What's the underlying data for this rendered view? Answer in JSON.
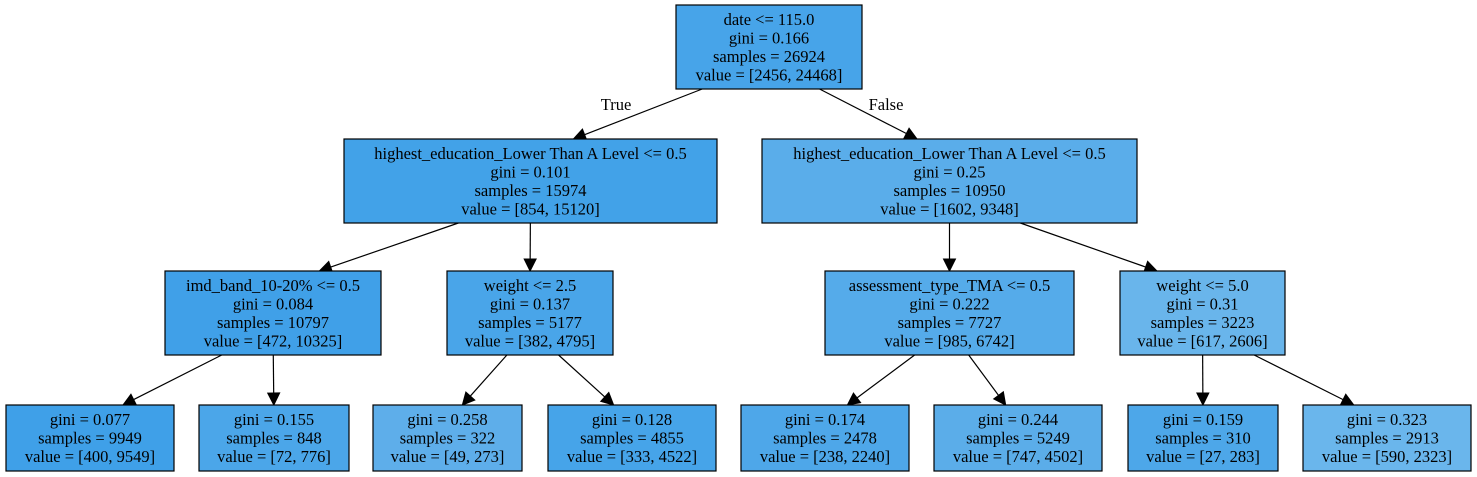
{
  "tree": {
    "nodes": [
      {
        "id": "n0",
        "fill": "#47a4e9",
        "lines": [
          "date <= 115.0",
          "gini = 0.166",
          "samples = 26924",
          "value = [2456, 24468]"
        ]
      },
      {
        "id": "n1",
        "fill": "#42a2e8",
        "lines": [
          "highest_education_Lower Than A Level <= 0.5",
          "gini = 0.101",
          "samples = 15974",
          "value = [854, 15120]"
        ]
      },
      {
        "id": "n2",
        "fill": "#5aadea",
        "lines": [
          "highest_education_Lower Than A Level <= 0.5",
          "gini = 0.25",
          "samples = 10950",
          "value = [1602, 9348]"
        ]
      },
      {
        "id": "n3",
        "fill": "#40a0e8",
        "lines": [
          "imd_band_10-20% <= 0.5",
          "gini = 0.084",
          "samples = 10797",
          "value = [472, 10325]"
        ]
      },
      {
        "id": "n4",
        "fill": "#49a5e9",
        "lines": [
          "weight <= 2.5",
          "gini = 0.137",
          "samples = 5177",
          "value = [382, 4795]"
        ]
      },
      {
        "id": "n5",
        "fill": "#55abea",
        "lines": [
          "assessment_type_TMA <= 0.5",
          "gini = 0.222",
          "samples = 7727",
          "value = [985, 6742]"
        ]
      },
      {
        "id": "n6",
        "fill": "#69b5eb",
        "lines": [
          "weight <= 5.0",
          "gini = 0.31",
          "samples = 3223",
          "value = [617, 2606]"
        ]
      },
      {
        "id": "n7",
        "fill": "#3fa0e8",
        "lines": [
          "gini = 0.077",
          "samples = 9949",
          "value = [400, 9549]"
        ]
      },
      {
        "id": "n8",
        "fill": "#4ba6e9",
        "lines": [
          "gini = 0.155",
          "samples = 848",
          "value = [72, 776]"
        ]
      },
      {
        "id": "n9",
        "fill": "#5eaeea",
        "lines": [
          "gini = 0.258",
          "samples = 322",
          "value = [49, 273]"
        ]
      },
      {
        "id": "n10",
        "fill": "#46a4e9",
        "lines": [
          "gini = 0.128",
          "samples = 4855",
          "value = [333, 4522]"
        ]
      },
      {
        "id": "n11",
        "fill": "#4ea7e9",
        "lines": [
          "gini = 0.174",
          "samples = 2478",
          "value = [238, 2240]"
        ]
      },
      {
        "id": "n12",
        "fill": "#5bade9",
        "lines": [
          "gini = 0.244",
          "samples = 5249",
          "value = [747, 4502]"
        ]
      },
      {
        "id": "n13",
        "fill": "#4da7e9",
        "lines": [
          "gini = 0.159",
          "samples = 310",
          "value = [27, 283]"
        ]
      },
      {
        "id": "n14",
        "fill": "#6ab6ec",
        "lines": [
          "gini = 0.323",
          "samples = 2913",
          "value = [590, 2323]"
        ]
      }
    ],
    "edges": [
      {
        "from": "n0",
        "to": "n1",
        "label": "True"
      },
      {
        "from": "n0",
        "to": "n2",
        "label": "False"
      },
      {
        "from": "n1",
        "to": "n3",
        "label": ""
      },
      {
        "from": "n1",
        "to": "n4",
        "label": ""
      },
      {
        "from": "n2",
        "to": "n5",
        "label": ""
      },
      {
        "from": "n2",
        "to": "n6",
        "label": ""
      },
      {
        "from": "n3",
        "to": "n7",
        "label": ""
      },
      {
        "from": "n3",
        "to": "n8",
        "label": ""
      },
      {
        "from": "n4",
        "to": "n9",
        "label": ""
      },
      {
        "from": "n4",
        "to": "n10",
        "label": ""
      },
      {
        "from": "n5",
        "to": "n11",
        "label": ""
      },
      {
        "from": "n5",
        "to": "n12",
        "label": ""
      },
      {
        "from": "n6",
        "to": "n13",
        "label": ""
      },
      {
        "from": "n6",
        "to": "n14",
        "label": ""
      }
    ]
  }
}
